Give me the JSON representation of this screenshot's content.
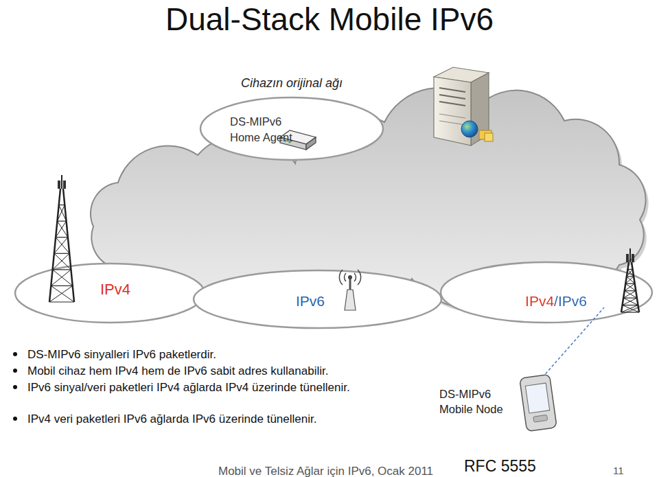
{
  "diagram": {
    "title": "Dual-Stack Mobile IPv6",
    "nodes": [
      {
        "text": [
          "Cihazın orijinal ağı",
          "DS-MIPv6 Home Agent"
        ]
      },
      {
        "text": [
          "IPv4"
        ]
      },
      {
        "text": [
          "IPv6"
        ]
      },
      {
        "text": [
          "IPv4/IPv6"
        ]
      }
    ],
    "labels": [
      "DS-MIPv6 sinyalleri IPv6 paketlerdir.",
      "Mobil cihaz hem IPv4 hem de IPv6 sabit adres kullanabilir.",
      "IPv6 sinyal/veri paketleri IPv4 ağlarda IPv4 üzerinde tünellenir.",
      "IPv4 veri paketleri IPv6 ağlarda IPv6 üzerinde tünellenir.",
      "DS-MIPv6 Mobile Node",
      "Mobil ve Telsiz Ağlar için IPv6, Ocak 2011",
      "RFC 5555",
      "11"
    ]
  }
}
